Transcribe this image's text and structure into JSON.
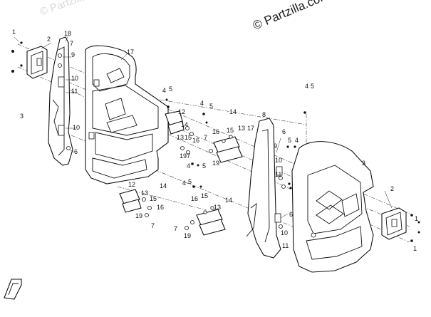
{
  "watermark": {
    "main": "© Partzilla.com",
    "faint": "© Partzilla.c"
  },
  "callouts": {
    "left_panel": [
      "1",
      "2",
      "18",
      "7",
      "9",
      "10",
      "11",
      "3",
      "10",
      "6",
      "17"
    ],
    "left_hinges": [
      "4",
      "5",
      "4",
      "5",
      "12",
      "14",
      "13",
      "15",
      "16",
      "19",
      "7",
      "14",
      "15",
      "16",
      "13",
      "17",
      "19",
      "7"
    ],
    "lower_hinges": [
      "4",
      "5",
      "4",
      "5",
      "12",
      "13",
      "14",
      "15",
      "16",
      "19",
      "7",
      "15",
      "16",
      "13",
      "7",
      "19",
      "14"
    ],
    "right_panel": [
      "8",
      "6",
      "5",
      "4",
      "4",
      "5",
      "3",
      "9",
      "10",
      "11",
      "6",
      "10",
      "11",
      "2",
      "1",
      "1"
    ]
  },
  "icons": {
    "front_arrow": "front-direction-arrow-icon"
  }
}
